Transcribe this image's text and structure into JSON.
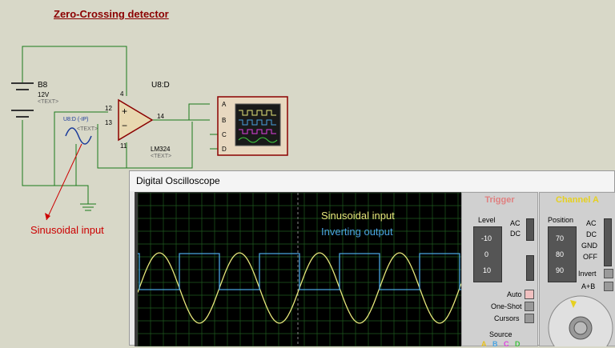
{
  "schematic": {
    "title": "Zero-Crossing detector",
    "battery_name": "B8",
    "battery_value": "12V",
    "battery_text": "<TEXT>",
    "opamp_name": "U8:D",
    "opamp_model": "LM324",
    "opamp_text": "<TEXT>",
    "pin_12": "12",
    "pin_13": "13",
    "pin_14": "14",
    "pin_4": "4",
    "pin_11": "11",
    "source_name": "U8:D (-IP)",
    "source_text": "<TEXT>",
    "scope_pins": [
      "A",
      "B",
      "C",
      "D"
    ],
    "annotation": "Sinusoidal input"
  },
  "oscilloscope": {
    "window_title": "Digital Oscilloscope",
    "legend_input": "Sinusoidal input",
    "legend_output": "Inverting output",
    "input_color": "#e6e67a",
    "output_color": "#4aa3e0",
    "trigger_panel": {
      "header": "Trigger",
      "level_label": "Level",
      "scale": [
        "-10",
        "0",
        "10"
      ],
      "ac": "AC",
      "dc": "DC",
      "auto": "Auto",
      "one_shot": "One-Shot",
      "cursors": "Cursors",
      "source_label": "Source",
      "sources": [
        "A",
        "B",
        "C",
        "D"
      ]
    },
    "channel_a_panel": {
      "header": "Channel A",
      "position_label": "Position",
      "scale": [
        "70",
        "80",
        "90"
      ],
      "ac": "AC",
      "dc": "DC",
      "gnd": "GND",
      "off": "OFF",
      "invert": "Invert",
      "a_plus_b": "A+B"
    }
  }
}
